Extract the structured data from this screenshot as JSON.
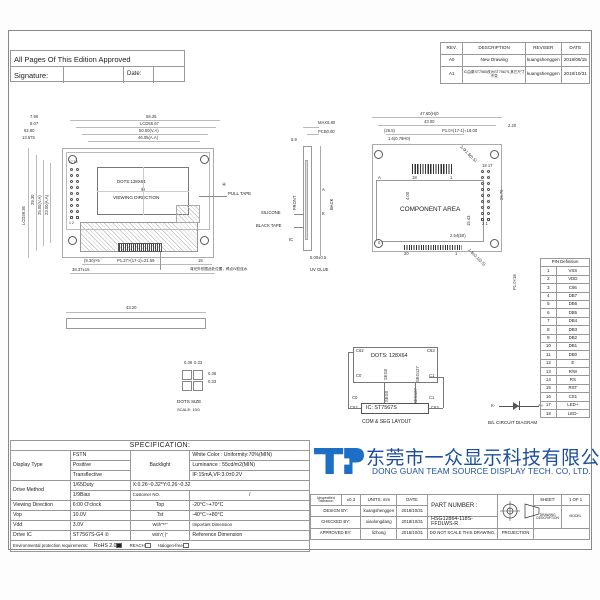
{
  "approval": {
    "title": "All Pages Of This Edition Approved",
    "signature_label": "Signature:",
    "date_label": "Date:",
    "signature_value": "",
    "date_value": ""
  },
  "revision_table": {
    "headers": [
      "REV.",
      "DESCRIPTION",
      "REVISER",
      "DATE"
    ],
    "rows": [
      {
        "rev": "A0",
        "description": "New Drawing",
        "reviser": "kuangshenggen",
        "date": "2018/08/15"
      },
      {
        "rev": "A1",
        "description": "IC由原ST7565改为ST7567S,其它尺寸不变",
        "reviser": "kuangshenggen",
        "date": "2018/10/31"
      }
    ]
  },
  "front_view": {
    "dots_label": "DOTS:128X64",
    "viewing_direction": "VIEWING DIRECTION",
    "pull_tape": "PULL TAPE",
    "pin_first": "1",
    "pin_second": "2",
    "pin_seventeen": "17",
    "pin_eighteen": "18",
    "note_cn": "背光外形图此处位置，焊点IV胶连水",
    "dims_top": [
      "7.90",
      "9.07",
      "62.80",
      "13.575"
    ],
    "dims_top_right": [
      "58.25",
      "LCD55.67",
      "50.00(V.A)",
      "46.05(A.A)"
    ],
    "dims_left": [
      "LCD39.36",
      "29.30",
      "25.00(V.A)",
      "23.00(A.A)"
    ],
    "dims_bottom": [
      "(9.30)×5",
      "P1.27×(17-1)=21.59",
      "18",
      "38.37±15"
    ],
    "dim_width": "43.20"
  },
  "side_view": {
    "front": "FRONT",
    "back": "BACK",
    "silicone": "SILICONE",
    "black_tape": "BLACK TAPE",
    "ic": "IC",
    "uv_glue": "UV GLUE",
    "letter_a": "A",
    "letter_k": "K",
    "dims": [
      "MAX8.80",
      "PCB0.80",
      "5.9",
      "5.00±0.5"
    ]
  },
  "back_view": {
    "component_area": "COMPONENT AREA",
    "dims_top": [
      "47.60(H)0",
      "43.00",
      "(26.5)",
      "P1.0×(17-1)=16.00",
      "1.6(0.79H0)"
    ],
    "labels": [
      "A",
      "1",
      "18",
      "17",
      "20",
      "1",
      "0",
      "20"
    ],
    "dim_right": "2.20",
    "dims_side": [
      "15.43",
      "26.70"
    ],
    "note_small": "2.54(50)"
  },
  "dots_size": {
    "title": "DOTS SIZE",
    "scale": "SCALE: 10/1",
    "dims": [
      "0.36",
      "0.33",
      "0.36",
      "0.33"
    ]
  },
  "com_seg": {
    "title": "COM & SEG LAYOUT",
    "dots": "DOTS: 128X64",
    "ic": "IC: ST7567S",
    "corners": [
      "C62",
      "C63",
      "C0",
      "C1",
      "C0",
      "C1",
      "C62",
      "C63"
    ],
    "segs": [
      "SEG0",
      "SEG127",
      "SEG0",
      "SEG127"
    ]
  },
  "bl_circuit": {
    "title": "B/L  CIRCUIT DIAGRAM",
    "k_label": "K-",
    "a_label": "A+"
  },
  "pin_definition": {
    "title": "PIN Definition",
    "side_note": "P1.0×18",
    "pins": [
      {
        "no": "1",
        "name": "VSS"
      },
      {
        "no": "2",
        "name": "VDD"
      },
      {
        "no": "3",
        "name": "C86"
      },
      {
        "no": "4",
        "name": "DB7"
      },
      {
        "no": "5",
        "name": "DB6"
      },
      {
        "no": "6",
        "name": "DB5"
      },
      {
        "no": "7",
        "name": "DB4"
      },
      {
        "no": "8",
        "name": "DB3"
      },
      {
        "no": "9",
        "name": "DB2"
      },
      {
        "no": "10",
        "name": "DB1"
      },
      {
        "no": "11",
        "name": "DB0"
      },
      {
        "no": "12",
        "name": "E"
      },
      {
        "no": "13",
        "name": "R/W"
      },
      {
        "no": "14",
        "name": "RS"
      },
      {
        "no": "15",
        "name": "RST"
      },
      {
        "no": "16",
        "name": "CS1"
      },
      {
        "no": "17",
        "name": "LED+"
      },
      {
        "no": "18",
        "name": "LED-"
      }
    ]
  },
  "specification": {
    "title": "SPECIFICATION:",
    "rows": [
      {
        "label": "Display Type",
        "values": [
          "FSTN",
          "Positive",
          "Transflective"
        ]
      },
      {
        "label": "Drive Method",
        "values": [
          "1/65Duty",
          "1/9Bias"
        ]
      },
      {
        "label": "Viewing Direction",
        "value": "6:00 O'clock"
      },
      {
        "label": "Vop",
        "value": "10.0V"
      },
      {
        "label": "Vdd",
        "value": "3.0V"
      },
      {
        "label": "Drive IC",
        "value": "ST7567S-G4 ②"
      }
    ],
    "backlight_label": "Backlight",
    "backlight_values": [
      "White Color : Uniformity:70%(MIN)",
      "Luminance : 55cd/m2(MIN)",
      "IF:15mA,VF:3.0±0.2V",
      "X:0.26~0.32*Y:0.26~0.32"
    ],
    "customer_no_label": "Customer NO.",
    "customer_no_value": "/",
    "top_label": "Top",
    "top_value": "-20°C~+70°C",
    "tst_label": "Tst",
    "tst_value": "-40°C~+80°C",
    "with_star_label": "With\"**\"",
    "with_star_value": "Important Dimension",
    "with_paren_label": "With\"( )\"",
    "with_paren_value": "Reference Dimension",
    "env_label": "Environmental protection requirements:",
    "rohs": "RoHS 2.0",
    "reach": "REACH",
    "halogen": "Halogen-free"
  },
  "company": {
    "logo_text": "TSD",
    "name_cn": "东莞市一众显示科技有限公司",
    "name_en": "DONG GUAN TEAM SOURCE DISPLAY TECH. CO, LTD."
  },
  "title_block": {
    "tolerance_label": "Unspecified Tolerance:",
    "tolerance_value": "±0.3",
    "units_label": "UNITS: mm",
    "date_label": "DATE:",
    "design_label": "DESIGN   BY:",
    "design_value": "kuangshenggen",
    "design_date": "2018/10/31",
    "checked_label": "CHECKED   BY:",
    "checked_value": "xiaolongdang",
    "checked_date": "2018/10/31",
    "approved_label": "APPROVED BY:",
    "approved_value": "lizhong",
    "approved_date": "2018/10/31",
    "part_number_label": "PART NUMBER :",
    "part_number_value": "HSG12864-118S-FFDLWS-R",
    "do_not_scale": "DO NOT SCALE THIS DRAWING.",
    "projection_label": "PROJECTION",
    "sheet_label": "SHEET:",
    "sheet_value": "1 OF 1",
    "drawing_desc_label": "DRAWING DESCRIPTION",
    "model_label": "MODEL"
  }
}
